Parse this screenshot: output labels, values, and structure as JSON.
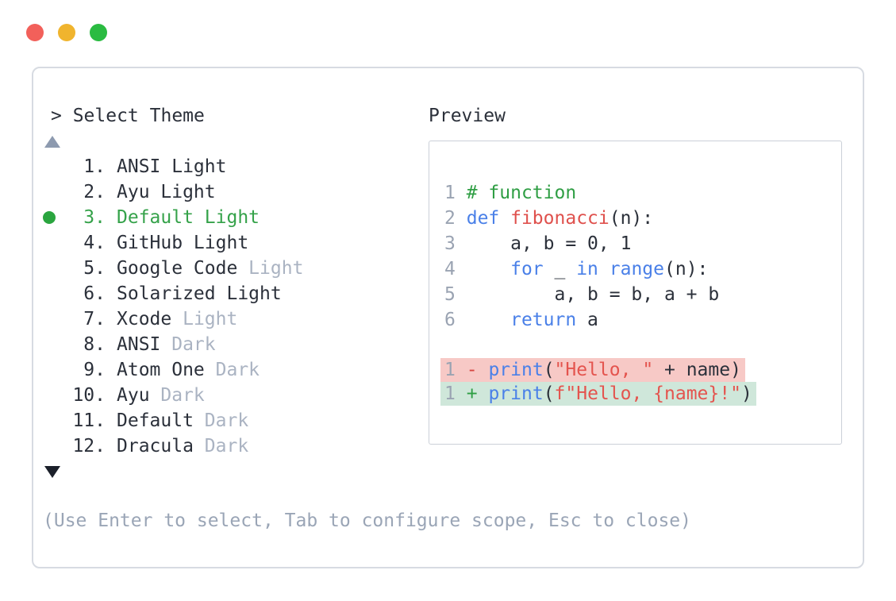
{
  "window": {
    "traffic_lights": [
      {
        "name": "close",
        "color": "#f2605a"
      },
      {
        "name": "minimize",
        "color": "#f0b42e"
      },
      {
        "name": "maximize",
        "color": "#2abb41"
      }
    ]
  },
  "prompt": "> Select Theme",
  "scroll_up_icon": "triangle-up",
  "scroll_down_icon": "triangle-down",
  "theme_list": {
    "selected_index": 2,
    "items": [
      {
        "num": "1.",
        "name": "ANSI Light",
        "dim": "",
        "selected": false
      },
      {
        "num": "2.",
        "name": "Ayu Light",
        "dim": "",
        "selected": false
      },
      {
        "num": "3.",
        "name": "Default Light",
        "dim": "",
        "selected": true
      },
      {
        "num": "4.",
        "name": "GitHub Light",
        "dim": "",
        "selected": false
      },
      {
        "num": "5.",
        "name": "Google Code",
        "dim": "Light",
        "selected": false
      },
      {
        "num": "6.",
        "name": "Solarized Light",
        "dim": "",
        "selected": false
      },
      {
        "num": "7.",
        "name": "Xcode",
        "dim": "Light",
        "selected": false
      },
      {
        "num": "8.",
        "name": "ANSI",
        "dim": "Dark",
        "selected": false
      },
      {
        "num": "9.",
        "name": "Atom One",
        "dim": "Dark",
        "selected": false
      },
      {
        "num": "10.",
        "name": "Ayu",
        "dim": "Dark",
        "selected": false
      },
      {
        "num": "11.",
        "name": "Default",
        "dim": "Dark",
        "selected": false
      },
      {
        "num": "12.",
        "name": "Dracula",
        "dim": "Dark",
        "selected": false
      }
    ]
  },
  "preview": {
    "label": "Preview",
    "code_lines": [
      {
        "num": "1",
        "tokens": [
          {
            "t": "# function",
            "c": "comment"
          }
        ]
      },
      {
        "num": "2",
        "tokens": [
          {
            "t": "def ",
            "c": "keyword"
          },
          {
            "t": "fibonacci",
            "c": "func"
          },
          {
            "t": "(n):",
            "c": "plain"
          }
        ]
      },
      {
        "num": "3",
        "tokens": [
          {
            "t": "    a, b = 0, 1",
            "c": "plain"
          }
        ]
      },
      {
        "num": "4",
        "tokens": [
          {
            "t": "    ",
            "c": "plain"
          },
          {
            "t": "for",
            "c": "keyword"
          },
          {
            "t": " _ ",
            "c": "plain"
          },
          {
            "t": "in",
            "c": "keyword"
          },
          {
            "t": " ",
            "c": "plain"
          },
          {
            "t": "range",
            "c": "keyword"
          },
          {
            "t": "(n):",
            "c": "plain"
          }
        ]
      },
      {
        "num": "5",
        "tokens": [
          {
            "t": "        a, b = b, a + b",
            "c": "plain"
          }
        ]
      },
      {
        "num": "6",
        "tokens": [
          {
            "t": "    ",
            "c": "plain"
          },
          {
            "t": "return",
            "c": "keyword"
          },
          {
            "t": " a",
            "c": "plain"
          }
        ]
      }
    ],
    "diff_lines": [
      {
        "num": "1",
        "sign": "-",
        "bg": "#f7c9c6",
        "tokens": [
          {
            "t": "print",
            "c": "keyword"
          },
          {
            "t": "(",
            "c": "plain"
          },
          {
            "t": "\"Hello, \"",
            "c": "string"
          },
          {
            "t": " + name)",
            "c": "plain"
          }
        ]
      },
      {
        "num": "1",
        "sign": "+",
        "bg": "#cfe7da",
        "tokens": [
          {
            "t": "print",
            "c": "keyword"
          },
          {
            "t": "(",
            "c": "plain"
          },
          {
            "t": "f\"Hello, {name}!\"",
            "c": "string"
          },
          {
            "t": ")",
            "c": "plain"
          }
        ]
      }
    ]
  },
  "help_text": "(Use Enter to select, Tab to configure scope, Esc to close)",
  "colors": {
    "plain": "#2b303a",
    "comment": "#2f9e44",
    "keyword": "#4a80e8",
    "func": "#df514d",
    "string": "#e4544e",
    "gutter": "#9aa3b2",
    "minus": "#d64540",
    "plus": "#2e9e44",
    "selected": "#35a24a",
    "bullet": "#2aa53f",
    "dim": "#aab3c2",
    "help": "#9aa5b6"
  }
}
